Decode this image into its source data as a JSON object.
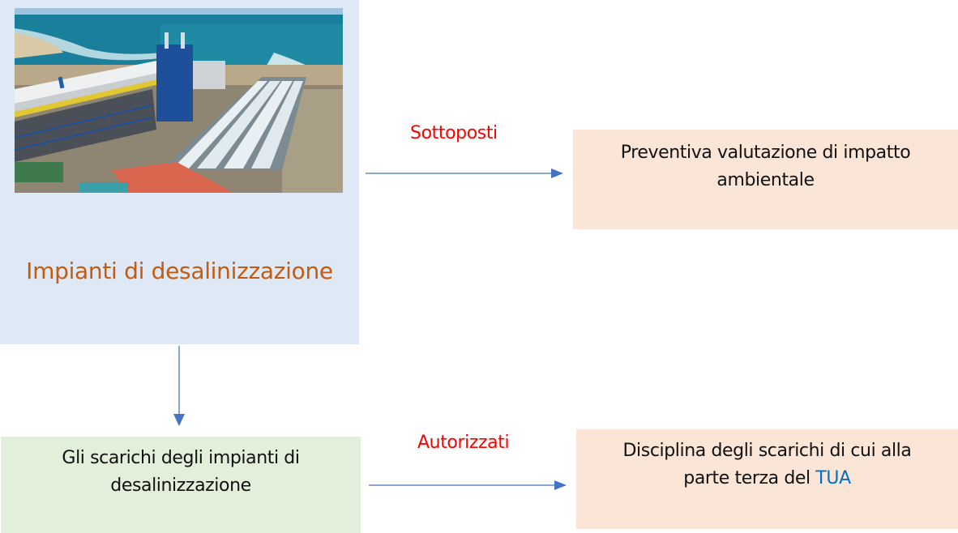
{
  "diagram": {
    "nodes": {
      "plant": {
        "title": "Impianti di desalinizzazione",
        "image": "desalination-plant-photo",
        "color": "#c55a11",
        "background": "#dee9f5"
      },
      "via": {
        "text": "Preventiva valutazione di impatto ambientale",
        "line1": "Preventiva valutazione di impatto",
        "line2": "ambientale",
        "background": "#fbe5d6"
      },
      "discharges": {
        "text": "Gli scarichi degli impianti di desalinizzazione",
        "line1": "Gli scarichi degli impianti di",
        "line2": "desalinizzazione",
        "background": "#e2efda"
      },
      "rules": {
        "text": "Disciplina degli scarichi di cui alla parte terza del TUA",
        "line1": "Disciplina degli scarichi di cui alla",
        "line2_prefix": "parte terza del ",
        "line2_highlight": "TUA",
        "highlight_color": "#0070c0",
        "background": "#fbe5d6"
      }
    },
    "edges": [
      {
        "from": "plant",
        "to": "via",
        "label": "Sottoposti",
        "label_color": "#ff0000"
      },
      {
        "from": "plant",
        "to": "discharges",
        "label": ""
      },
      {
        "from": "discharges",
        "to": "rules",
        "label": "Autorizzati",
        "label_color": "#ff0000"
      }
    ],
    "arrow_color": "#4472c4"
  }
}
